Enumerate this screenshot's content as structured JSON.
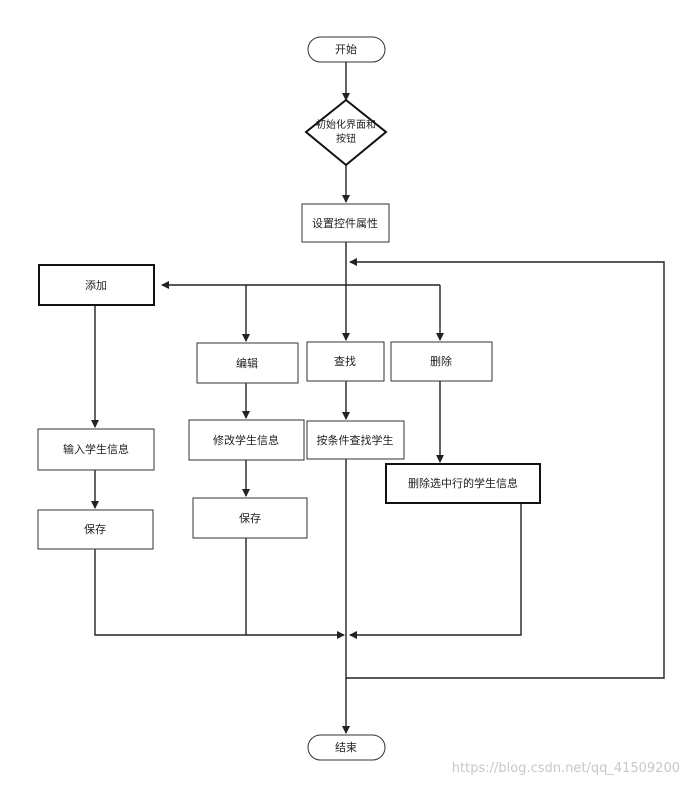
{
  "nodes": {
    "start": "开始",
    "init": [
      "初始化界面和",
      "按钮"
    ],
    "set_props": "设置控件属性",
    "add": "添加",
    "edit": "编辑",
    "find": "查找",
    "delete": "删除",
    "input_info": "输入学生信息",
    "modify_info": "修改学生信息",
    "search_by_cond": "按条件查找学生",
    "delete_selected": "删除选中行的学生信息",
    "save_add": "保存",
    "save_edit": "保存",
    "end": "结束"
  },
  "watermark": "https://blog.csdn.net/qq_41509200",
  "colors": {
    "line": "#222222",
    "border": "#333333",
    "watermark": "#c8c8c8"
  }
}
